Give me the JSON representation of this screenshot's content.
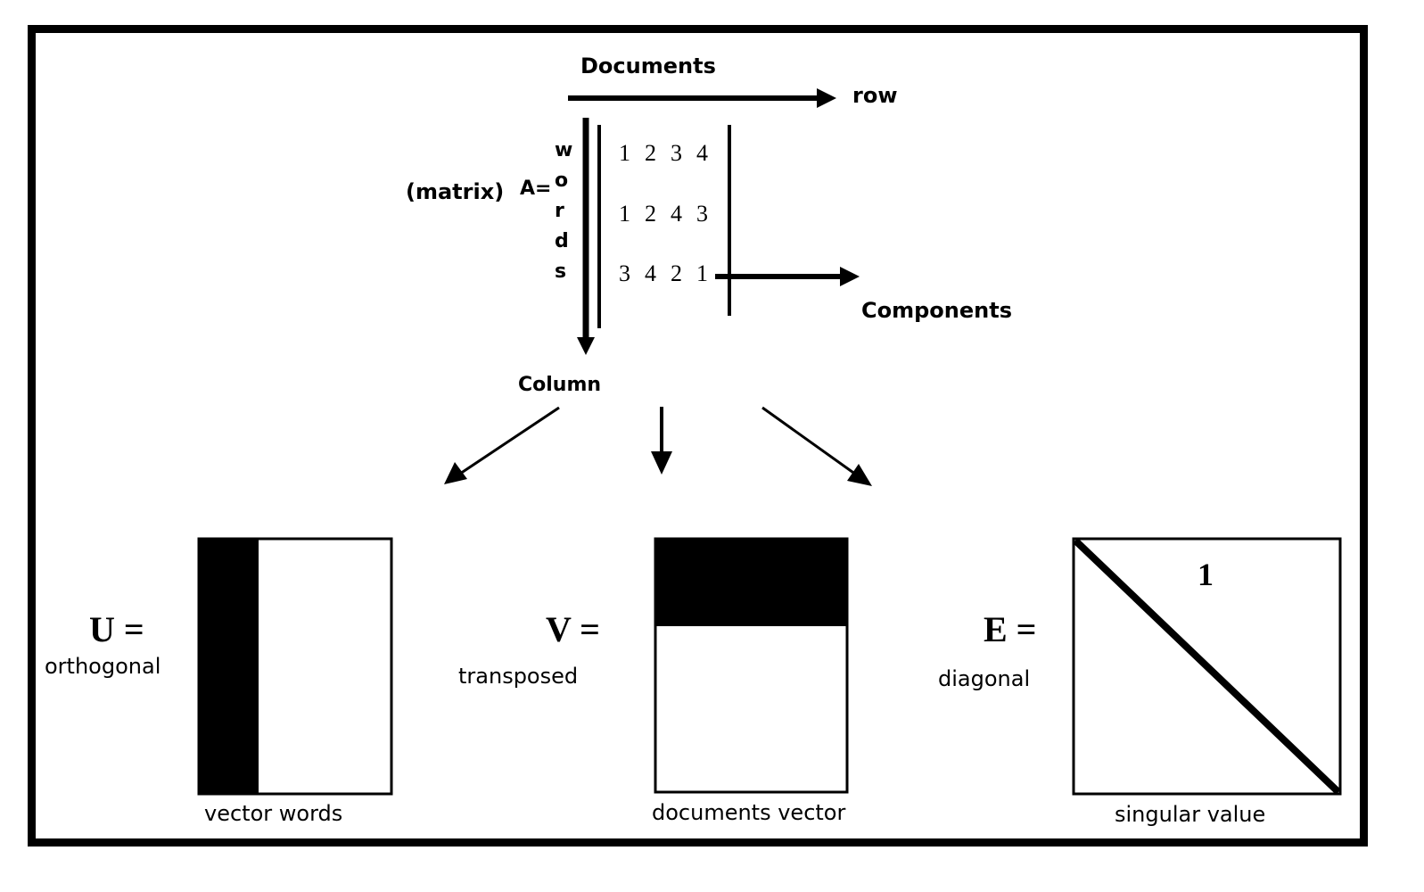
{
  "labels": {
    "documents": "Documents",
    "row": "row",
    "matrix": "(matrix)",
    "a_eq": "A=",
    "words_letters": [
      "w",
      "o",
      "r",
      "d",
      "s"
    ],
    "components": "Components",
    "column": "Column"
  },
  "matrix_rows": [
    [
      "1",
      "2",
      "3",
      "4"
    ],
    [
      "1",
      "2",
      "4",
      "3"
    ],
    [
      "3",
      "4",
      "2",
      "1"
    ]
  ],
  "decompositions": {
    "u": {
      "symbol": "U =",
      "name": "orthogonal",
      "caption": "vector words"
    },
    "v": {
      "symbol": "V =",
      "name": "transposed",
      "caption": "documents vector"
    },
    "e": {
      "symbol": "E =",
      "name": "diagonal",
      "caption": "singular value",
      "inner_label": "1"
    }
  }
}
